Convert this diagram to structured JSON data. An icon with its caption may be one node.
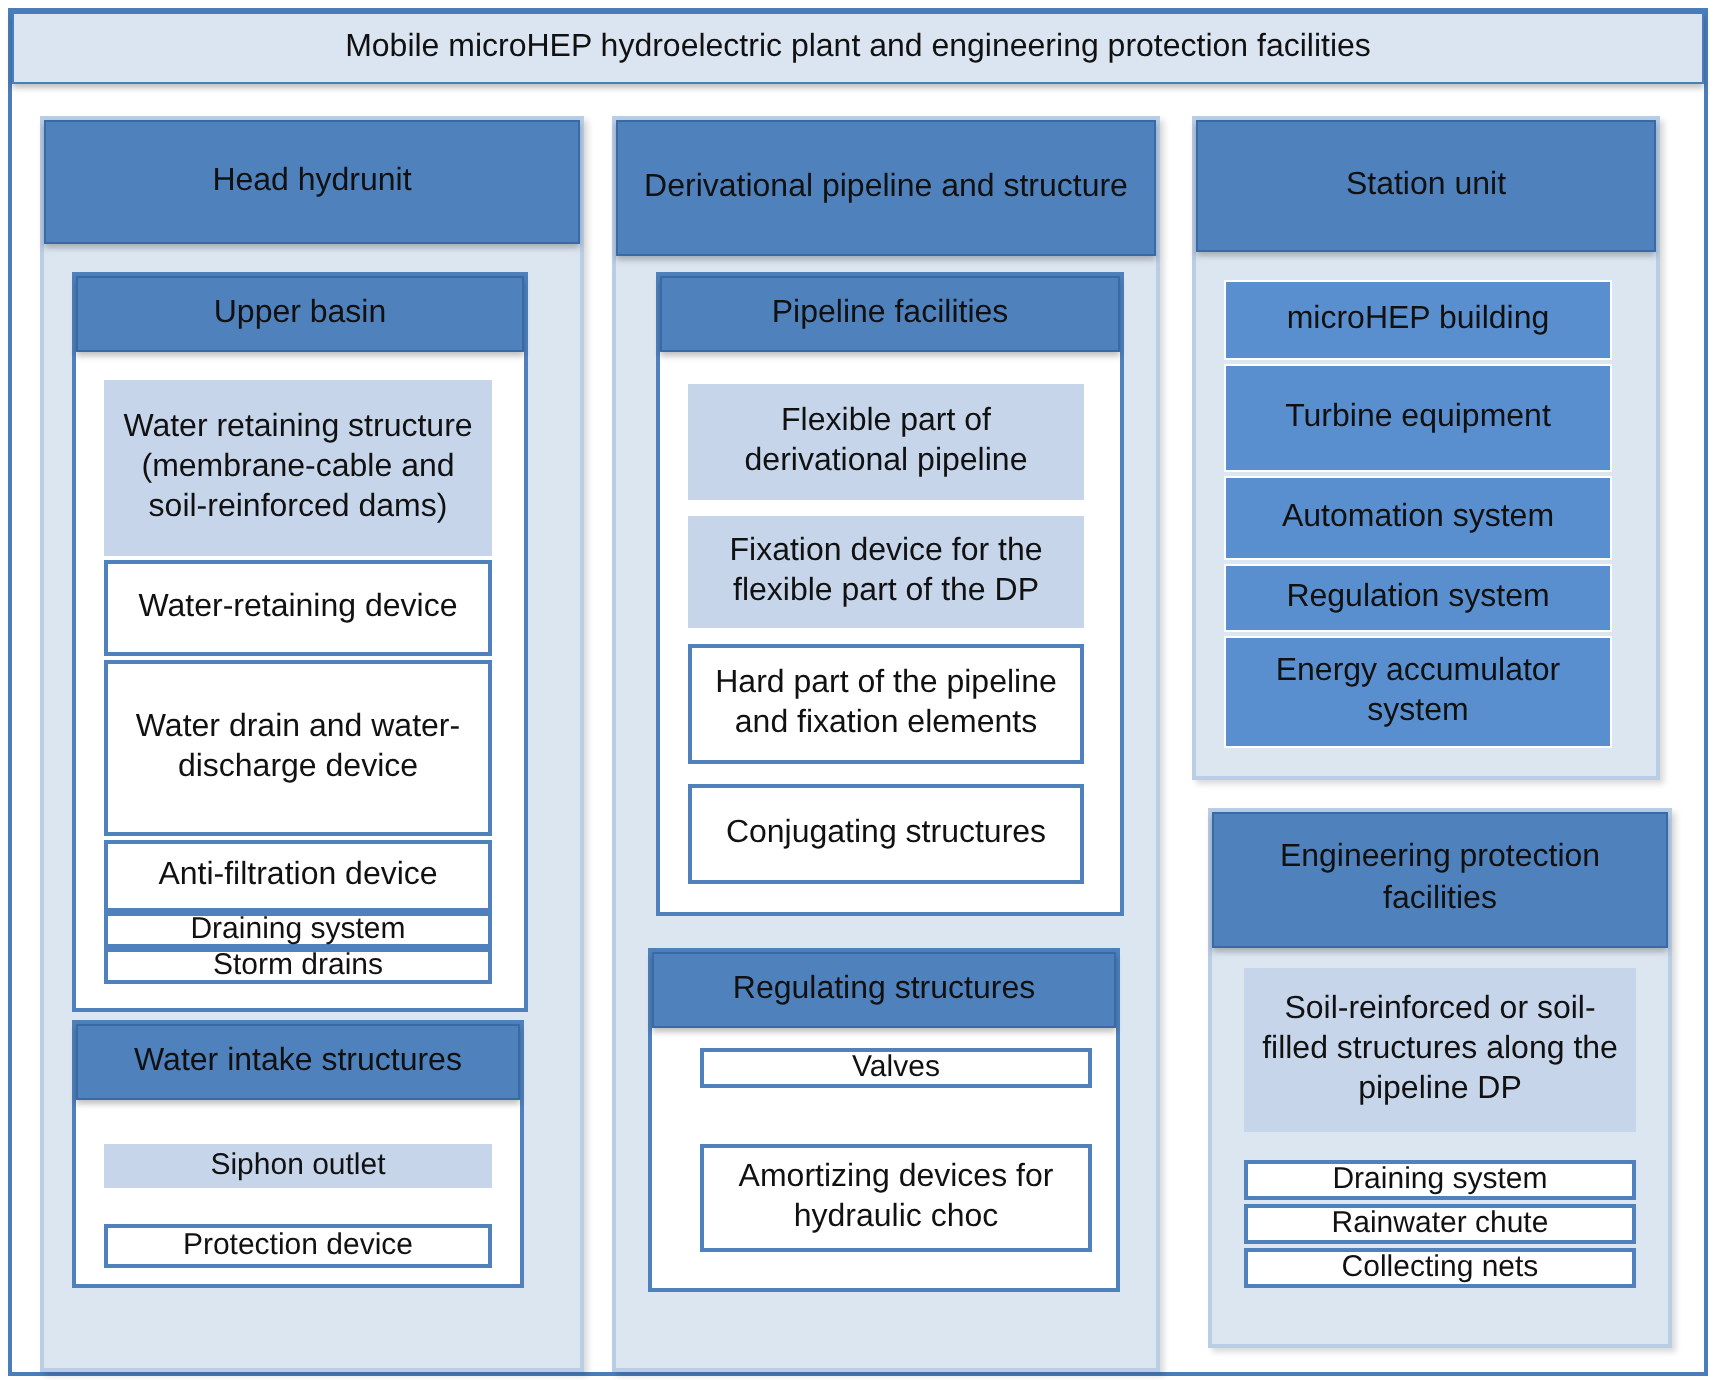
{
  "diagram": {
    "nodes": [
      {
        "text": [
          "Mobile microHEP hydroelectric plant and engineering protection facilities"
        ]
      },
      {
        "text": [
          "Head hydrunit"
        ],
        "in": 0
      },
      {
        "text": [
          "Upper basin"
        ],
        "in": 1
      },
      {
        "text": [
          "Water retaining structure (membrane-cable and soil-reinforced dams)"
        ],
        "in": 2
      },
      {
        "text": [
          "Water-retaining device"
        ],
        "in": 2
      },
      {
        "text": [
          "Water drain and water-discharge device"
        ],
        "in": 2
      },
      {
        "text": [
          "Anti-filtration device"
        ],
        "in": 2
      },
      {
        "text": [
          "Draining system"
        ],
        "in": 2
      },
      {
        "text": [
          "Storm drains"
        ],
        "in": 2
      },
      {
        "text": [
          "Water intake structures"
        ],
        "in": 1
      },
      {
        "text": [
          "Siphon outlet"
        ],
        "in": 9
      },
      {
        "text": [
          "Protection device"
        ],
        "in": 9
      },
      {
        "text": [
          "Derivational pipeline and structure"
        ],
        "in": 0
      },
      {
        "text": [
          "Pipeline facilities"
        ],
        "in": 12
      },
      {
        "text": [
          "Flexible part of derivational pipeline"
        ],
        "in": 13
      },
      {
        "text": [
          "Fixation device for the flexible part of the DP"
        ],
        "in": 13
      },
      {
        "text": [
          "Hard part of the pipeline and fixation elements"
        ],
        "in": 13
      },
      {
        "text": [
          "Conjugating structures"
        ],
        "in": 13
      },
      {
        "text": [
          "Regulating structures"
        ],
        "in": 12
      },
      {
        "text": [
          "Valves"
        ],
        "in": 18
      },
      {
        "text": [
          "Amortizing devices for hydraulic choc"
        ],
        "in": 18
      },
      {
        "text": [
          "Station unit"
        ],
        "in": 0
      },
      {
        "text": [
          "microHEP building"
        ],
        "in": 21
      },
      {
        "text": [
          "Turbine equipment"
        ],
        "in": 21
      },
      {
        "text": [
          "Automation system"
        ],
        "in": 21
      },
      {
        "text": [
          "Regulation system"
        ],
        "in": 21
      },
      {
        "text": [
          "Energy accumulator system"
        ],
        "in": 21
      },
      {
        "text": [
          "Engineering protection facilities"
        ],
        "in": 0
      },
      {
        "text": [
          "Soil-reinforced or soil-filled structures along the pipeline DP"
        ],
        "in": 27
      },
      {
        "text": [
          "Draining system"
        ],
        "in": 27
      },
      {
        "text": [
          "Rainwater chute"
        ],
        "in": 27
      },
      {
        "text": [
          "Collecting nets"
        ],
        "in": 27
      }
    ]
  }
}
